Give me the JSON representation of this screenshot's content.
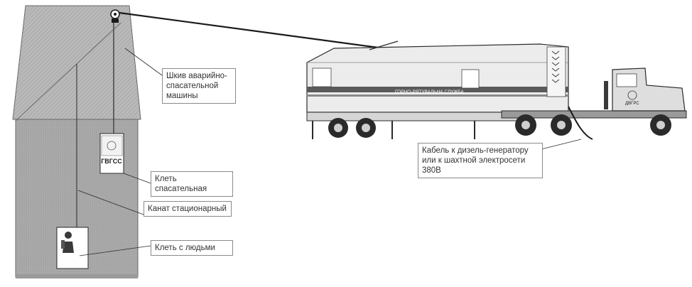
{
  "labels": {
    "pulley": "Шкив аварийно-спасательной машины",
    "rescue_cage": "Клеть спасательная",
    "rope": "Канат стационарный",
    "people_cage": "Клеть с людьми",
    "cable": "Кабель к дизель-генератору или к шахтной электросети 380В"
  },
  "cage_sign": "ГВГСС",
  "trailer_text": "ГОРНО-РЯТУВАЛЬНА СЛУЖБА",
  "cab_text": "ДВГРС",
  "colors": {
    "line": "#2a2a2a",
    "headframe_fill": "#b8b8b8",
    "shaft_fill": "#a8a8a8",
    "trailer_fill": "#ececec",
    "stripe": "#5a5a5a",
    "box_border": "#8a8a8a"
  }
}
